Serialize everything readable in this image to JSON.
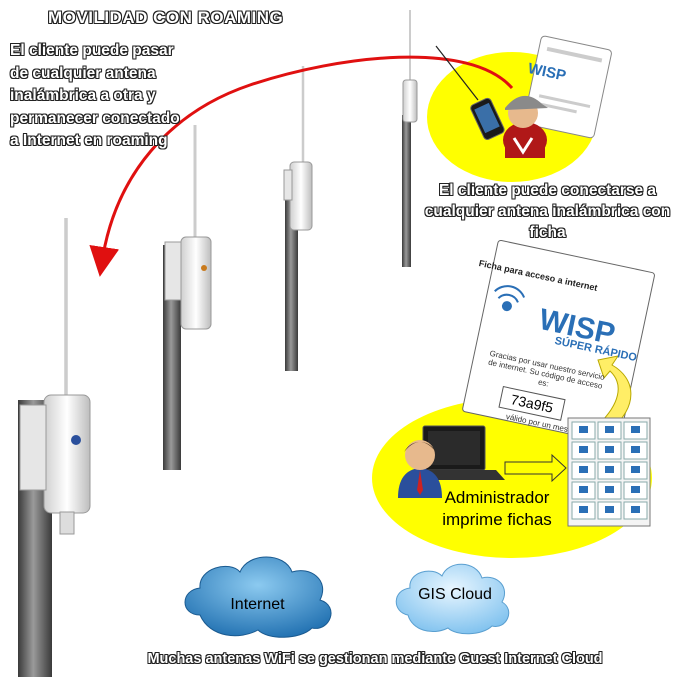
{
  "title": "MOVILIDAD CON ROAMING",
  "client_move_text": "El cliente puede pasar de cualquier antena inalámbrica a otra y permanecer conectado a Internet en roaming",
  "client_connect_text": "El cliente puede conectarse a cualquier antena inalámbrica con ficha",
  "admin_label": "Administrador imprime fichas",
  "clouds": {
    "internet": "Internet",
    "gis": "GIS Cloud"
  },
  "voucher": {
    "title": "Ficha para acceso a internet",
    "brand": "WISP",
    "subtitle": "SÚPER RÁPIDO",
    "thanks": "Gracias por usar nuestro servicio de internet. Su código de acceso es:",
    "code": "73a9f5",
    "valid": "válido por un mes"
  },
  "mini_voucher_brand": "WISP",
  "footer": "Muchas antenas WiFi se gestionan mediante Guest Internet Cloud",
  "colors": {
    "highlight": "#ffff00",
    "arrow": "#e01010",
    "cloud_internet": "#2f7fc0",
    "cloud_gis": "#9fd0f2",
    "pole": "#5a5a5a",
    "card_blue": "#2a6fb6"
  }
}
